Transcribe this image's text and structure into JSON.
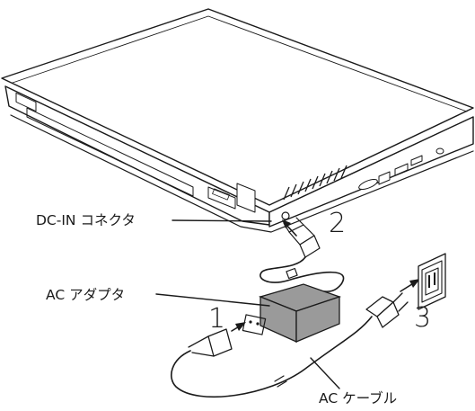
{
  "labels": {
    "dc_in": "DC-IN コネクタ",
    "ac_adapter": "AC アダプタ",
    "ac_cable": "AC ケーブル"
  },
  "steps": {
    "one": "1",
    "two": "2",
    "three": "3"
  },
  "colors": {
    "line": "#1a1a1a",
    "adapter_fill": "#9a9a9a",
    "background": "#ffffff"
  }
}
